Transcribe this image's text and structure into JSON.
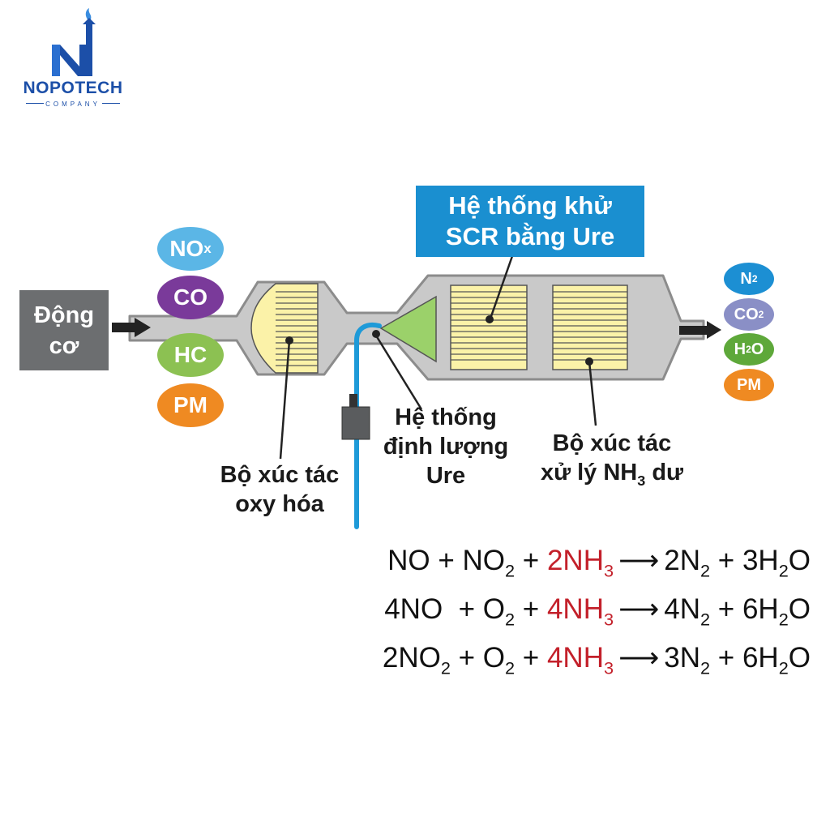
{
  "logo": {
    "name": "NOPOTECH",
    "sub": "COMPANY"
  },
  "engine": {
    "line1": "Động",
    "line2": "cơ"
  },
  "inputs": [
    {
      "base": "NO",
      "sub": "x",
      "color": "#5bb6e6"
    },
    {
      "base": "CO",
      "sub": "",
      "color": "#7a3a9a"
    },
    {
      "base": "HC",
      "sub": "",
      "color": "#8cc152"
    },
    {
      "base": "PM",
      "sub": "",
      "color": "#ef8a22"
    }
  ],
  "outputs": [
    {
      "pre": "N",
      "sub": "2",
      "post": "",
      "color": "#1c8fd3"
    },
    {
      "pre": "CO",
      "sub": "2",
      "post": "",
      "color": "#8a8fc6"
    },
    {
      "pre": "H",
      "sub": "2",
      "post": "O",
      "color": "#5ea83a"
    },
    {
      "pre": "PM",
      "sub": "",
      "post": "",
      "color": "#ef8a22"
    }
  ],
  "scr_title": {
    "line1": "Hệ thống khử",
    "line2": "SCR bằng Ure"
  },
  "labels": {
    "oxidation": {
      "line1": "Bộ xúc tác",
      "line2": "oxy hóa"
    },
    "dosing": {
      "line1": "Hệ thống",
      "line2": "định lượng",
      "line3": "Ure"
    },
    "nh3_catalyst": {
      "line1": "Bộ xúc tác",
      "line2_pre": "xử lý NH",
      "line2_sub": "3",
      "line2_post": " dư"
    }
  },
  "equations": [
    {
      "left": [
        [
          "NO + NO",
          "2"
        ],
        [
          " + ",
          ""
        ]
      ],
      "reagent": [
        "2NH",
        "3"
      ],
      "right": [
        [
          "2N",
          "2"
        ],
        [
          " + 3H",
          "2"
        ],
        [
          "O",
          ""
        ]
      ]
    },
    {
      "left": [
        [
          "4NO  + O",
          "2"
        ],
        [
          " + ",
          ""
        ]
      ],
      "reagent": [
        "4NH",
        "3"
      ],
      "right": [
        [
          "4N",
          "2"
        ],
        [
          " + 6H",
          "2"
        ],
        [
          "O",
          ""
        ]
      ]
    },
    {
      "left": [
        [
          "2NO",
          "2"
        ],
        [
          " + O",
          "2"
        ],
        [
          " + ",
          ""
        ]
      ],
      "reagent": [
        "4NH",
        "3"
      ],
      "right": [
        [
          "3N",
          "2"
        ],
        [
          " + 6H",
          "2"
        ],
        [
          "O",
          ""
        ]
      ]
    }
  ],
  "colors": {
    "housing": "#c9c9c9",
    "housing_stroke": "#8c8c8c",
    "catalyst": "#fbf2a8",
    "injector_cone": "#9bd16a",
    "ure_line": "#1e9ad8",
    "reagent_text": "#c3202a",
    "engine_box": "#6c6e70"
  }
}
